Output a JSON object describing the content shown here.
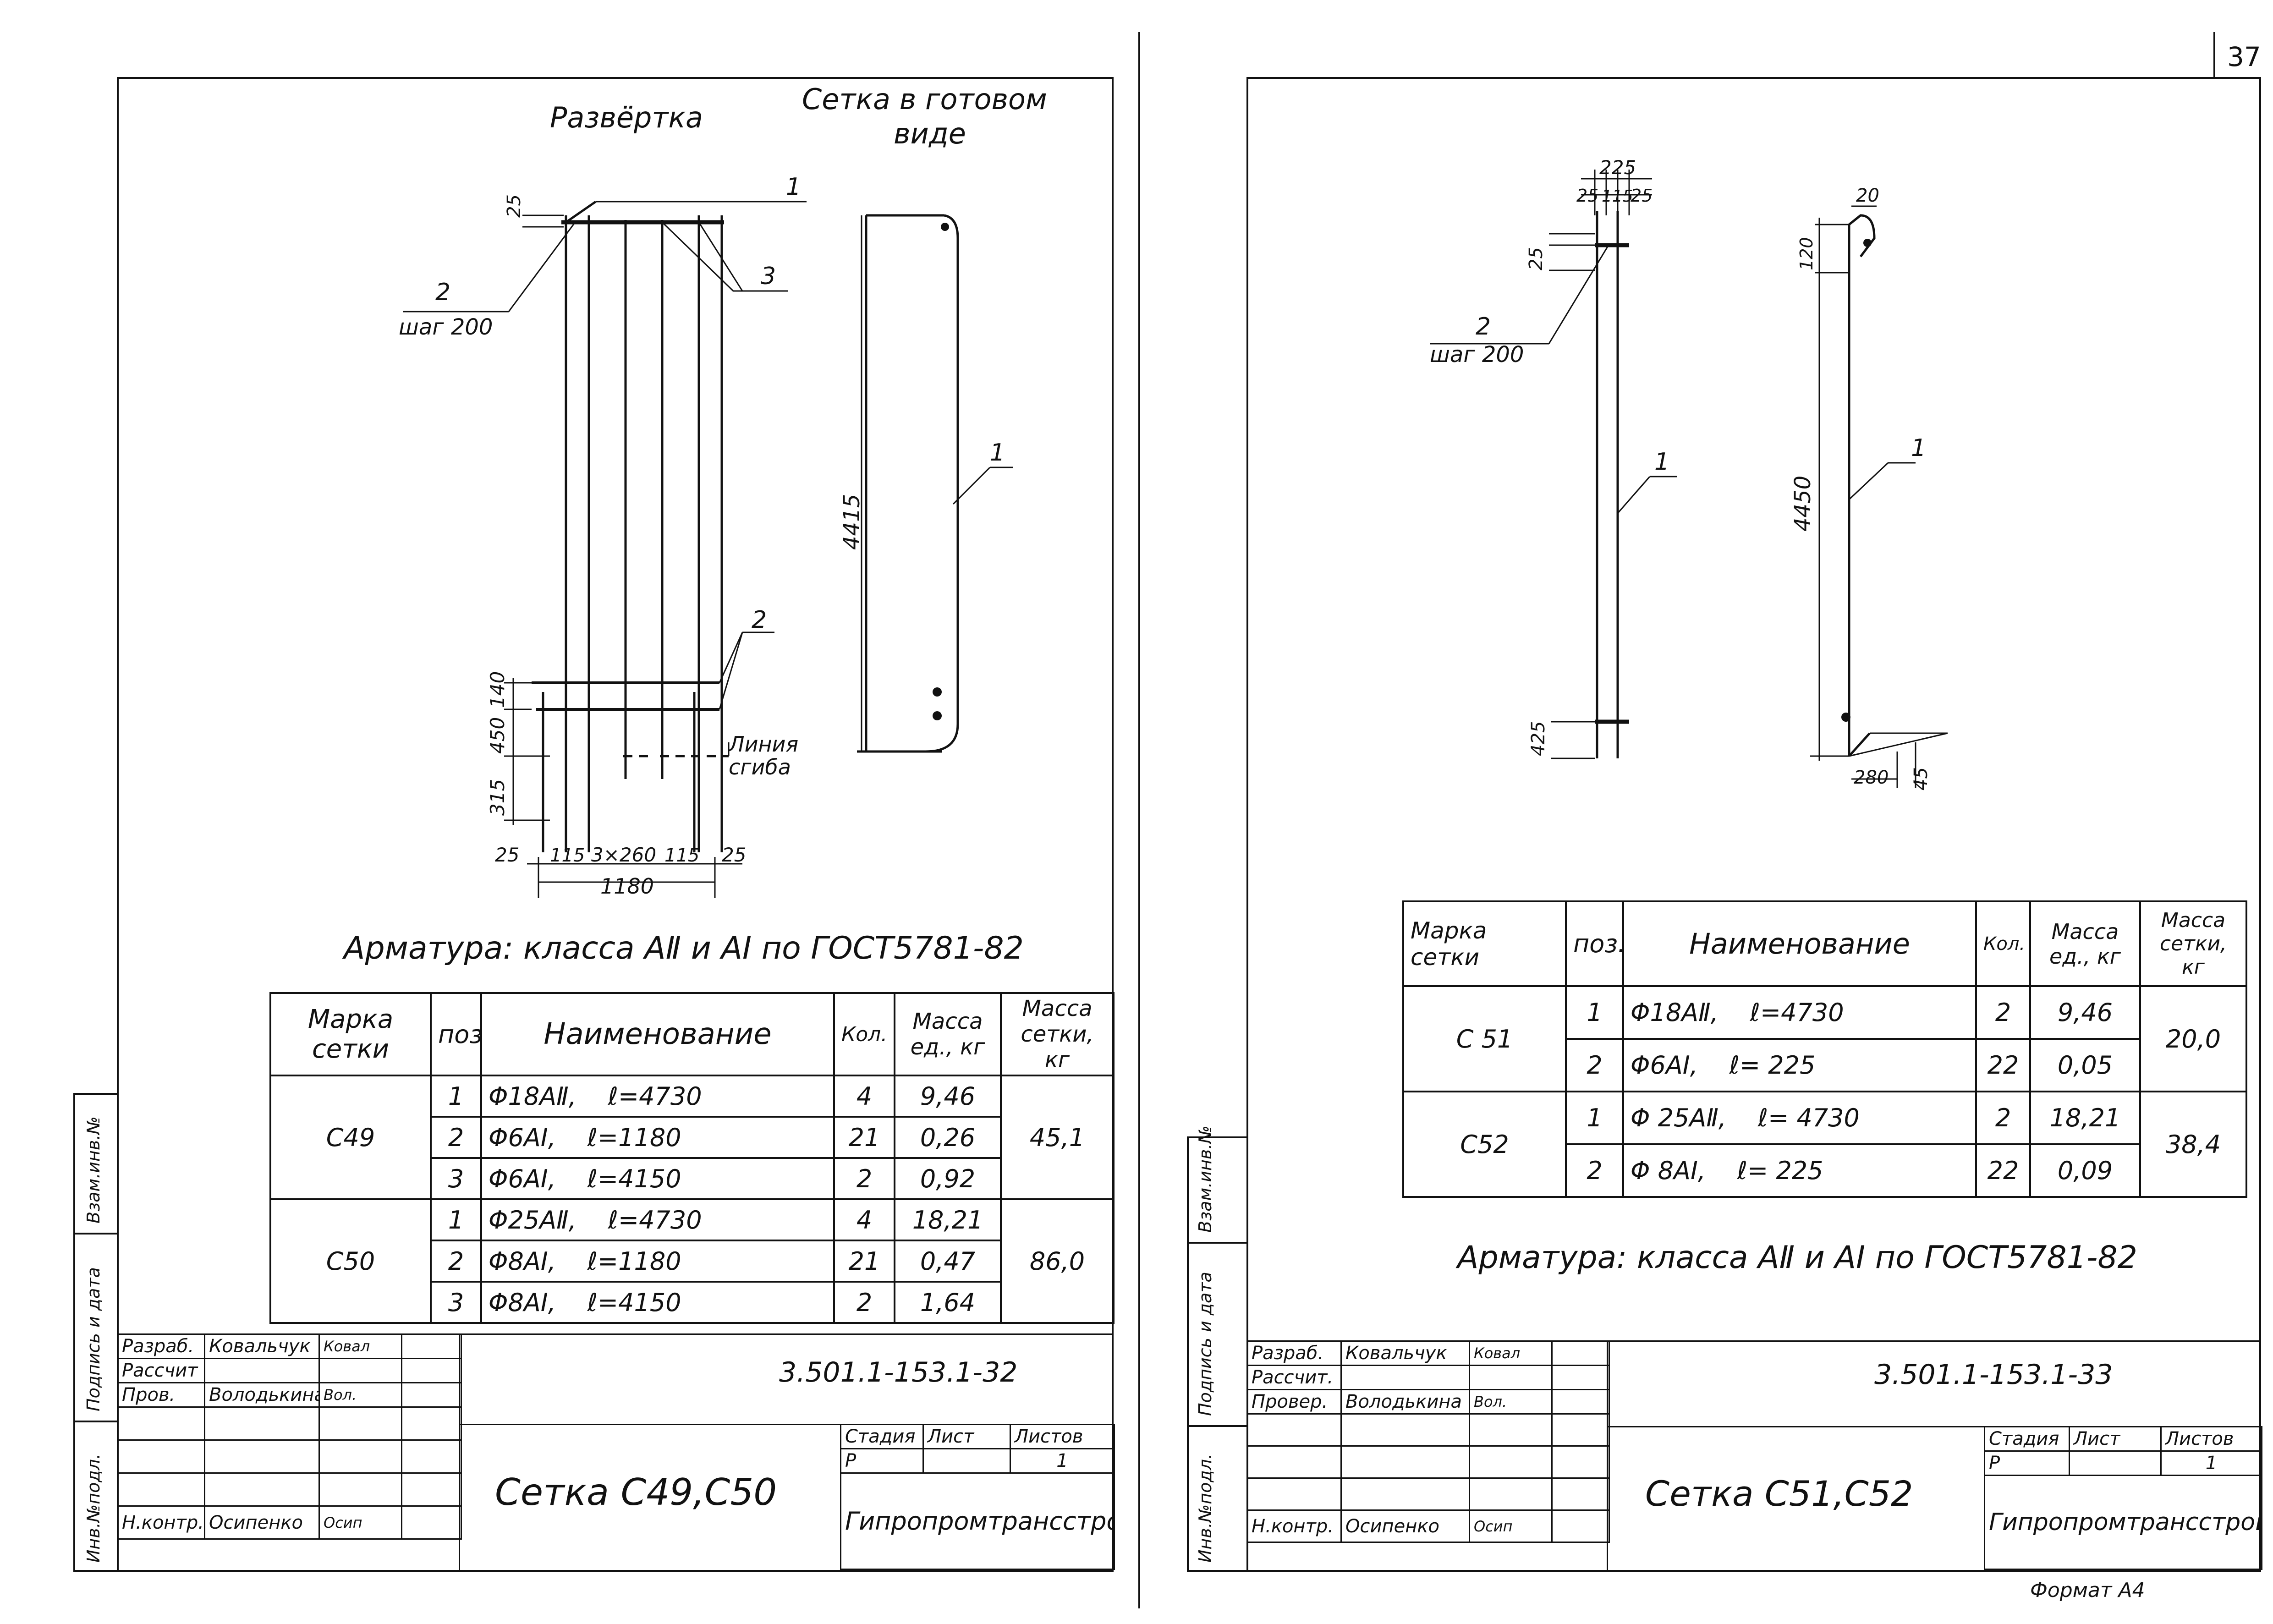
{
  "page_number": "37",
  "left": {
    "titles": {
      "unfold": "Развёртка",
      "finished_line1": "Сетка в готовом",
      "finished_line2": "виде"
    },
    "callouts": {
      "p1a": "1",
      "p2a": "2",
      "step": "шаг 200",
      "p3": "3",
      "p2b": "2",
      "p1b": "1",
      "fold_line1": "Линия",
      "fold_line2": "сгиба"
    },
    "dims": {
      "top25": "25",
      "h4415": "4415",
      "v140": "140",
      "v450": "450",
      "v315": "315",
      "b25a": "25",
      "b115a": "115",
      "b3x260": "3×260",
      "b115b": "115",
      "b25b": "25",
      "b1180": "1180"
    },
    "reinforcement_note": "Арматура: класса АⅡ и АⅠ по ГОСТ5781-82",
    "table": {
      "headers": [
        "Марка сетки",
        "поз.",
        "Наименование",
        "Кол.",
        "Масса ед., кг",
        "Масса сетки, кг"
      ],
      "groups": [
        {
          "mark": "С49",
          "total": "45,1",
          "rows": [
            {
              "pos": "1",
              "name": "Φ18АⅡ,",
              "len": "ℓ=4730",
              "qty": "4",
              "mass": "9,46"
            },
            {
              "pos": "2",
              "name": "Φ6АⅠ,",
              "len": "ℓ=1180",
              "qty": "21",
              "mass": "0,26"
            },
            {
              "pos": "3",
              "name": "Φ6АⅠ,",
              "len": "ℓ=4150",
              "qty": "2",
              "mass": "0,92"
            }
          ]
        },
        {
          "mark": "С50",
          "total": "86,0",
          "rows": [
            {
              "pos": "1",
              "name": "Φ25АⅡ,",
              "len": "ℓ=4730",
              "qty": "4",
              "mass": "18,21"
            },
            {
              "pos": "2",
              "name": "Φ8АⅠ,",
              "len": "ℓ=1180",
              "qty": "21",
              "mass": "0,47"
            },
            {
              "pos": "3",
              "name": "Φ8АⅠ,",
              "len": "ℓ=4150",
              "qty": "2",
              "mass": "1,64"
            }
          ]
        }
      ]
    },
    "title_block": {
      "roles": [
        "Разраб.",
        "Рассчит",
        "Пров.",
        "",
        "",
        "",
        "Н.контр."
      ],
      "names": [
        "Ковальчук",
        "",
        "Володькина",
        "",
        "",
        "",
        "Осипенко"
      ],
      "signs": [
        "Ковал",
        "",
        "Вол.",
        "",
        "",
        "",
        "Осип"
      ],
      "code": "3.501.1-153.1-32",
      "title": "Сетка С49,С50",
      "stage_label": "Стадия",
      "sheet_label": "Лист",
      "sheets_label": "Листов",
      "stage": "Р",
      "sheet": "",
      "sheets": "1",
      "org": "Гипропромтрансстрой"
    },
    "side_labels": [
      "Взам.инв.№",
      "Подпись и дата",
      "Инв.№подл."
    ]
  },
  "right": {
    "callouts": {
      "p2": "2",
      "step": "шаг 200",
      "p1a": "1",
      "p1b": "1"
    },
    "dims": {
      "t225": "225",
      "t25a": "25",
      "t115": "115",
      "t25b": "25",
      "v25": "25",
      "v425": "425",
      "t20": "20",
      "v120": "120",
      "h4450": "4450",
      "b280": "280",
      "b45": "45"
    },
    "reinforcement_note": "Арматура: класса АⅡ и АⅠ по ГОСТ5781-82",
    "table": {
      "headers": [
        "Марка сетки",
        "поз.",
        "Наименование",
        "Кол.",
        "Масса ед., кг",
        "Масса сетки, кг"
      ],
      "groups": [
        {
          "mark": "С 51",
          "total": "20,0",
          "rows": [
            {
              "pos": "1",
              "name": "Φ18АⅡ,",
              "len": "ℓ=4730",
              "qty": "2",
              "mass": "9,46"
            },
            {
              "pos": "2",
              "name": "Φ6АⅠ,",
              "len": "ℓ= 225",
              "qty": "22",
              "mass": "0,05"
            }
          ]
        },
        {
          "mark": "С52",
          "total": "38,4",
          "rows": [
            {
              "pos": "1",
              "name": "Φ 25АⅡ,",
              "len": "ℓ= 4730",
              "qty": "2",
              "mass": "18,21"
            },
            {
              "pos": "2",
              "name": "Φ 8АⅠ,",
              "len": "ℓ= 225",
              "qty": "22",
              "mass": "0,09"
            }
          ]
        }
      ]
    },
    "title_block": {
      "roles": [
        "Разраб.",
        "Рассчит.",
        "Провер.",
        "",
        "",
        "",
        "Н.контр."
      ],
      "names": [
        "Ковальчук",
        "",
        "Володькина",
        "",
        "",
        "",
        "Осипенко"
      ],
      "signs": [
        "Ковал",
        "",
        "Вол.",
        "",
        "",
        "",
        "Осип"
      ],
      "code": "3.501.1-153.1-33",
      "title": "Сетка С51,С52",
      "stage_label": "Стадия",
      "sheet_label": "Лист",
      "sheets_label": "Листов",
      "stage": "Р",
      "sheet": "",
      "sheets": "1",
      "org": "Гипропромтрансстрой"
    },
    "side_labels": [
      "Взам.инв.№",
      "Подпись и дата",
      "Инв.№подл."
    ],
    "footer": "Формат А4"
  }
}
